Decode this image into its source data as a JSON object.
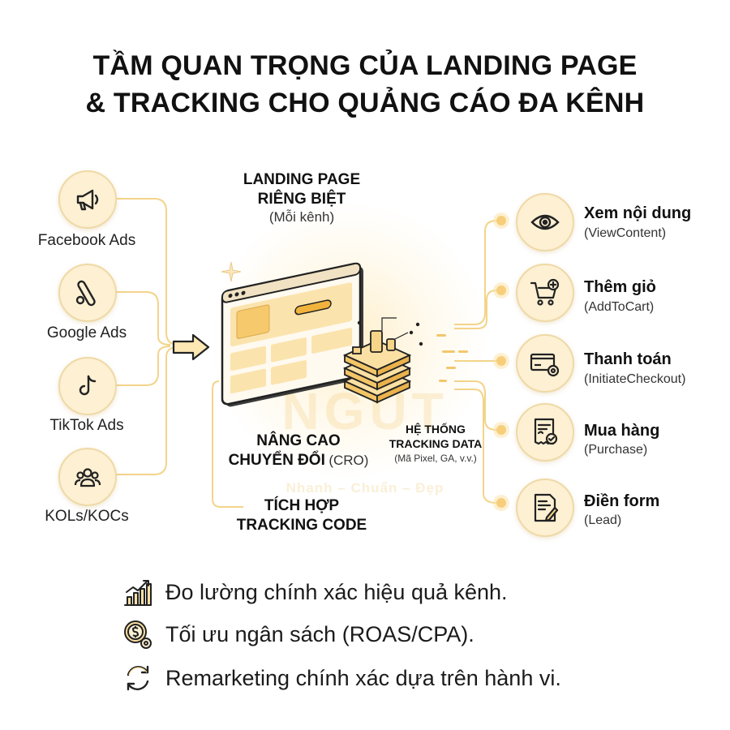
{
  "title": {
    "line1": "TẦM QUAN TRỌNG CỦA LANDING PAGE",
    "line2": "& TRACKING CHO QUẢNG CÁO ĐA KÊNH"
  },
  "sources": [
    {
      "label": "Facebook Ads",
      "icon": "megaphone-icon"
    },
    {
      "label": "Google Ads",
      "icon": "google-ads-icon"
    },
    {
      "label": "TikTok Ads",
      "icon": "tiktok-icon"
    },
    {
      "label": "KOLs/KOCs",
      "icon": "people-group-icon"
    }
  ],
  "center": {
    "landing": {
      "line1": "LANDING PAGE",
      "line2": "RIÊNG BIỆT",
      "note": "(Mỗi kênh)"
    },
    "cro": {
      "line1": "NÂNG CAO",
      "line2_bold": "CHUYỂN ĐỔI",
      "line2_note": "(CRO)"
    },
    "tracking_code": {
      "line1": "TÍCH HỢP",
      "line2": "TRACKING CODE"
    },
    "tracking_data": {
      "line1": "HỆ THỐNG",
      "line2": "TRACKING DATA",
      "note": "(Mã Pixel, GA, v.v.)"
    }
  },
  "events": [
    {
      "title": "Xem nội dung",
      "sub": "(ViewContent)",
      "icon": "eye-icon"
    },
    {
      "title": "Thêm giỏ",
      "sub": "(AddToCart)",
      "icon": "cart-plus-icon"
    },
    {
      "title": "Thanh toán",
      "sub": "(InitiateCheckout)",
      "icon": "card-gear-icon"
    },
    {
      "title": "Mua hàng",
      "sub": "(Purchase)",
      "icon": "receipt-check-icon"
    },
    {
      "title": "Điền form",
      "sub": "(Lead)",
      "icon": "form-pen-icon"
    }
  ],
  "benefits": [
    {
      "text": "Đo lường chính xác hiệu quả kênh.",
      "icon": "growth-chart-icon"
    },
    {
      "text": "Tối ưu ngân sách (ROAS/CPA).",
      "icon": "money-gear-icon"
    },
    {
      "text": "Remarketing chính xác dựa trên hành vi.",
      "icon": "refresh-cycle-icon"
    }
  ],
  "watermark": {
    "brand": "NGUT",
    "slogan": "Nhanh – Chuẩn – Đẹp"
  },
  "colors": {
    "accent": "#f2b33d",
    "icon_fill": "#fdf0d3",
    "icon_border": "#efd9a6",
    "line": "#f3d48a",
    "ink": "#222222"
  }
}
